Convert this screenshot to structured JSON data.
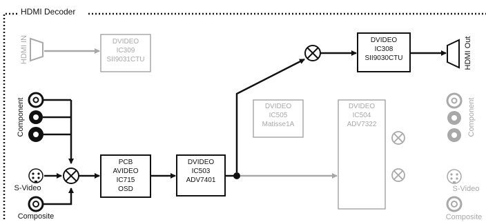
{
  "title": "HDMI Decoder",
  "colors": {
    "active": "#111111",
    "inactive": "#a8a8a8",
    "background": "#ffffff"
  },
  "hdmi_in": {
    "label": "HDMI IN"
  },
  "hdmi_out": {
    "label": "HDMI Out"
  },
  "ic309": {
    "line1": "DVIDEO",
    "line2": "IC309",
    "line3": "SII9031CTU"
  },
  "ic308": {
    "line1": "DVIDEO",
    "line2": "IC308",
    "line3": "SII9030CTU"
  },
  "ic505": {
    "line1": "DVIDEO",
    "line2": "IC505",
    "line3": "Matisse1A"
  },
  "ic504": {
    "line1": "DVIDEO",
    "line2": "IC504",
    "line3": "ADV7322"
  },
  "ic715": {
    "line1": "PCB",
    "line2": "AVIDEO",
    "line3": "IC715",
    "line4": "OSD"
  },
  "ic503": {
    "line1": "DVIDEO",
    "line2": "IC503",
    "line3": "ADV7401"
  },
  "inputs": {
    "component": "Component",
    "svideo": "S-Video",
    "composite": "Composite"
  },
  "outputs": {
    "component": "Component",
    "svideo": "S-Video",
    "composite": "Composite"
  }
}
